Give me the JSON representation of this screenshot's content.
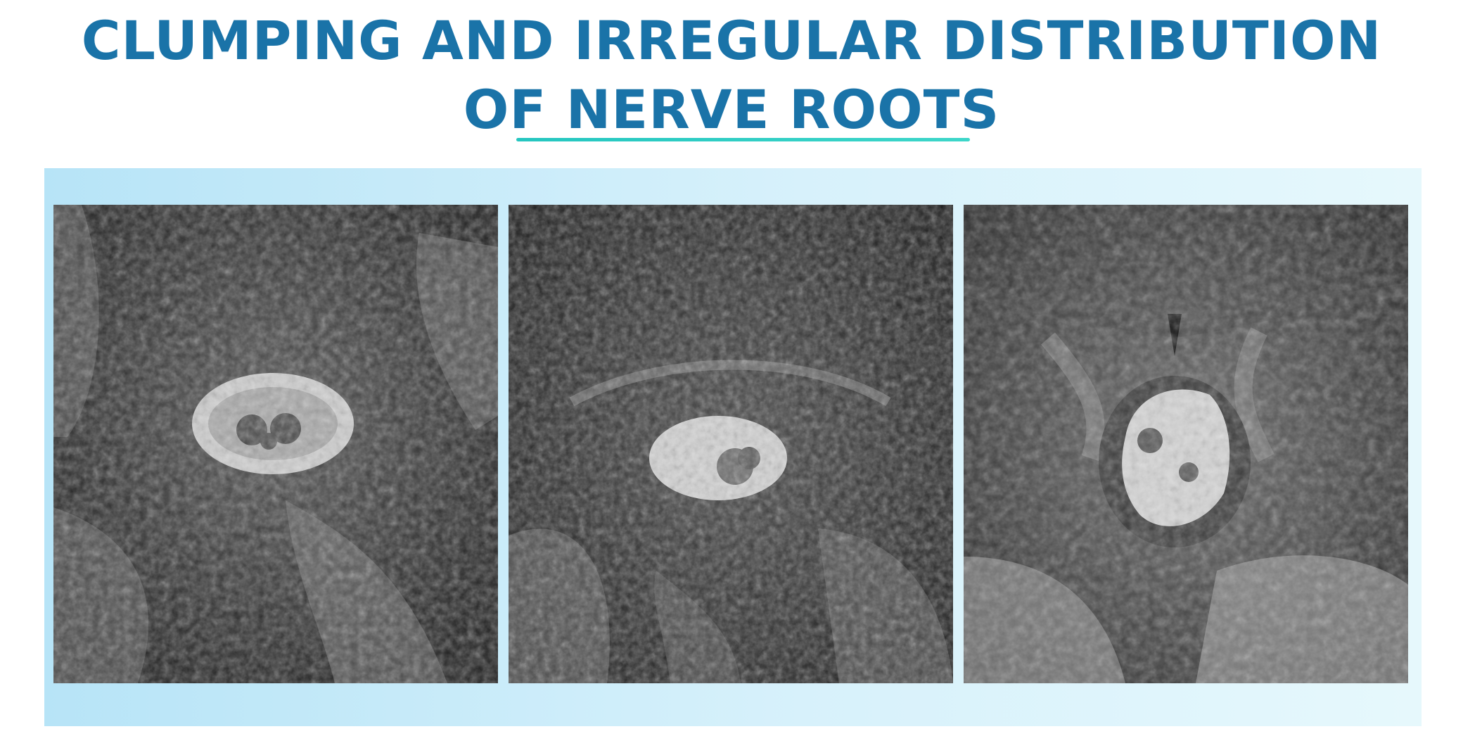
{
  "title": {
    "line1": "CLUMPING AND IRREGULAR DISTRIBUTION",
    "line2": "OF NERVE ROOTS"
  },
  "colors": {
    "title": "#1a73a8",
    "underline": "#25c6c0",
    "panel_left": "#b7e4f7",
    "panel_right": "#e6f8fc"
  },
  "images": [
    {
      "name": "axial MRI scan 1"
    },
    {
      "name": "axial MRI scan 2"
    },
    {
      "name": "axial MRI scan 3"
    }
  ]
}
